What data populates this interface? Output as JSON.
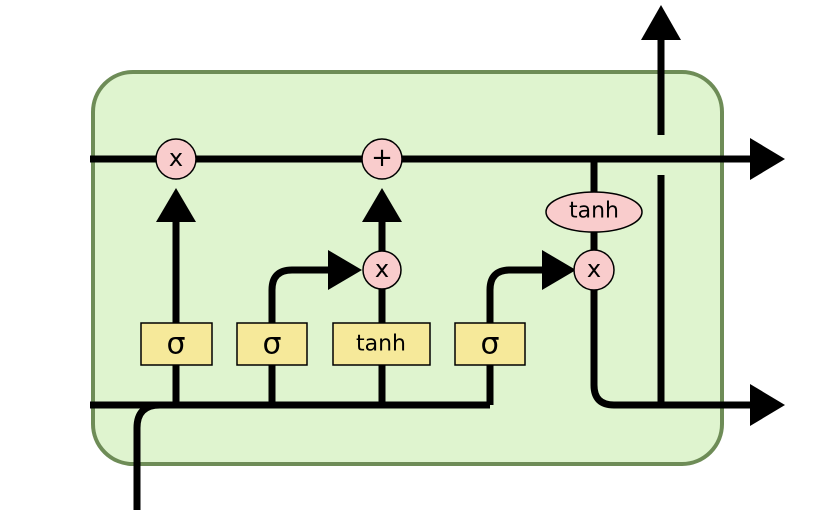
{
  "cell": {
    "fill": "#dff4cf",
    "border": "#6e8c57"
  },
  "gates": {
    "forget_sigma": "σ",
    "input_sigma": "σ",
    "candidate_tanh": "tanh",
    "output_sigma": "σ"
  },
  "ops": {
    "forget_multiply": "x",
    "add": "+",
    "input_multiply": "x",
    "output_multiply": "x",
    "cell_tanh": "tanh"
  },
  "colors": {
    "gate_fill": "#f6e99a",
    "op_fill": "#f9cccc",
    "line": "#000000"
  }
}
